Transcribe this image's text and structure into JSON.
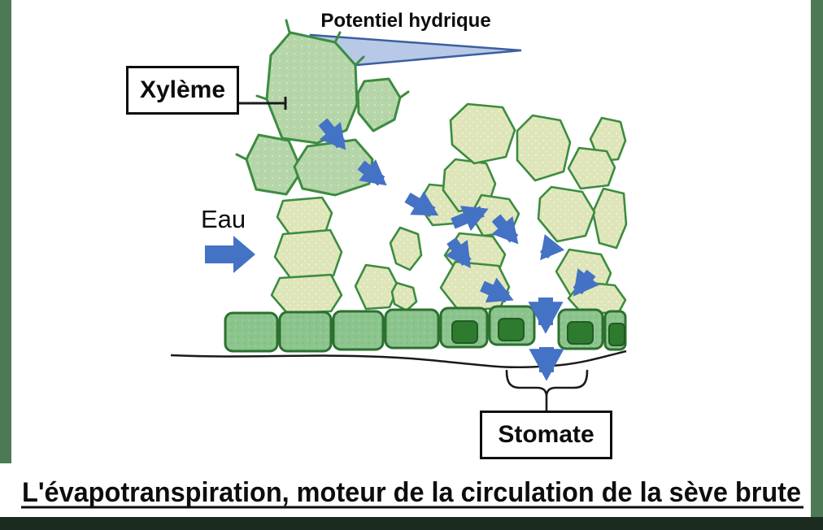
{
  "header": {
    "water_potential_label": "Potentiel hydrique"
  },
  "annotations": {
    "xylem": "Xylème",
    "water": "Eau",
    "stomata": "Stomate"
  },
  "caption": {
    "text": "L'évapotranspiration, moteur de la circulation de la sève brute"
  },
  "colors": {
    "arrow_blue": "#4472c4",
    "wedge_fill": "#b8c9e8",
    "wedge_border": "#3c5f9f",
    "cell_border": "#3c8c40",
    "xylem_cell_fill": "#b5d6a9",
    "mesophyll_cell_fill": "#dfe5ba",
    "epidermis_fill": "#8bc48d",
    "epidermis_border": "#2c7030",
    "guard_cell_fill": "#2e7a2e",
    "frame_green": "#4d7a55",
    "frame_dark": "#1c2b20"
  }
}
